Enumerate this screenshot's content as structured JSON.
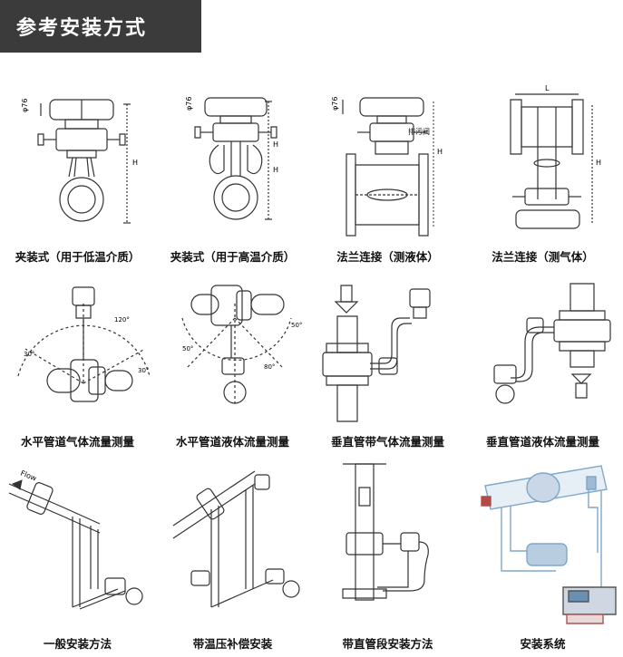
{
  "header": {
    "title": "参考安装方式"
  },
  "items": [
    {
      "caption": "夹装式（用于低温介质）",
      "labels": [
        "φ76",
        "H"
      ]
    },
    {
      "caption": "夹装式（用于高温介质）",
      "labels": [
        "φ76",
        "H",
        "H"
      ]
    },
    {
      "caption": "法兰连接（测液体）",
      "labels": [
        "φ76",
        "排污阀",
        "H"
      ]
    },
    {
      "caption": "法兰连接（测气体）",
      "labels": [
        "L",
        "H"
      ]
    },
    {
      "caption": "水平管道气体流量测量",
      "labels": [
        "120°",
        "30°",
        "30°"
      ]
    },
    {
      "caption": "水平管道液体流量测量",
      "labels": [
        "50°",
        "50°",
        "80°"
      ]
    },
    {
      "caption": "垂直管带气体流量测量",
      "labels": []
    },
    {
      "caption": "垂直管道液体流量测量",
      "labels": []
    },
    {
      "caption": "一般安装方法",
      "labels": [
        "Flow"
      ]
    },
    {
      "caption": "带温压补偿安装",
      "labels": []
    },
    {
      "caption": "带直管段安装方法",
      "labels": []
    },
    {
      "caption": "安装系统",
      "labels": []
    }
  ],
  "colors": {
    "header_bg": "#3b3b3b",
    "line": "#333333",
    "accent": "#7fa7c9"
  }
}
